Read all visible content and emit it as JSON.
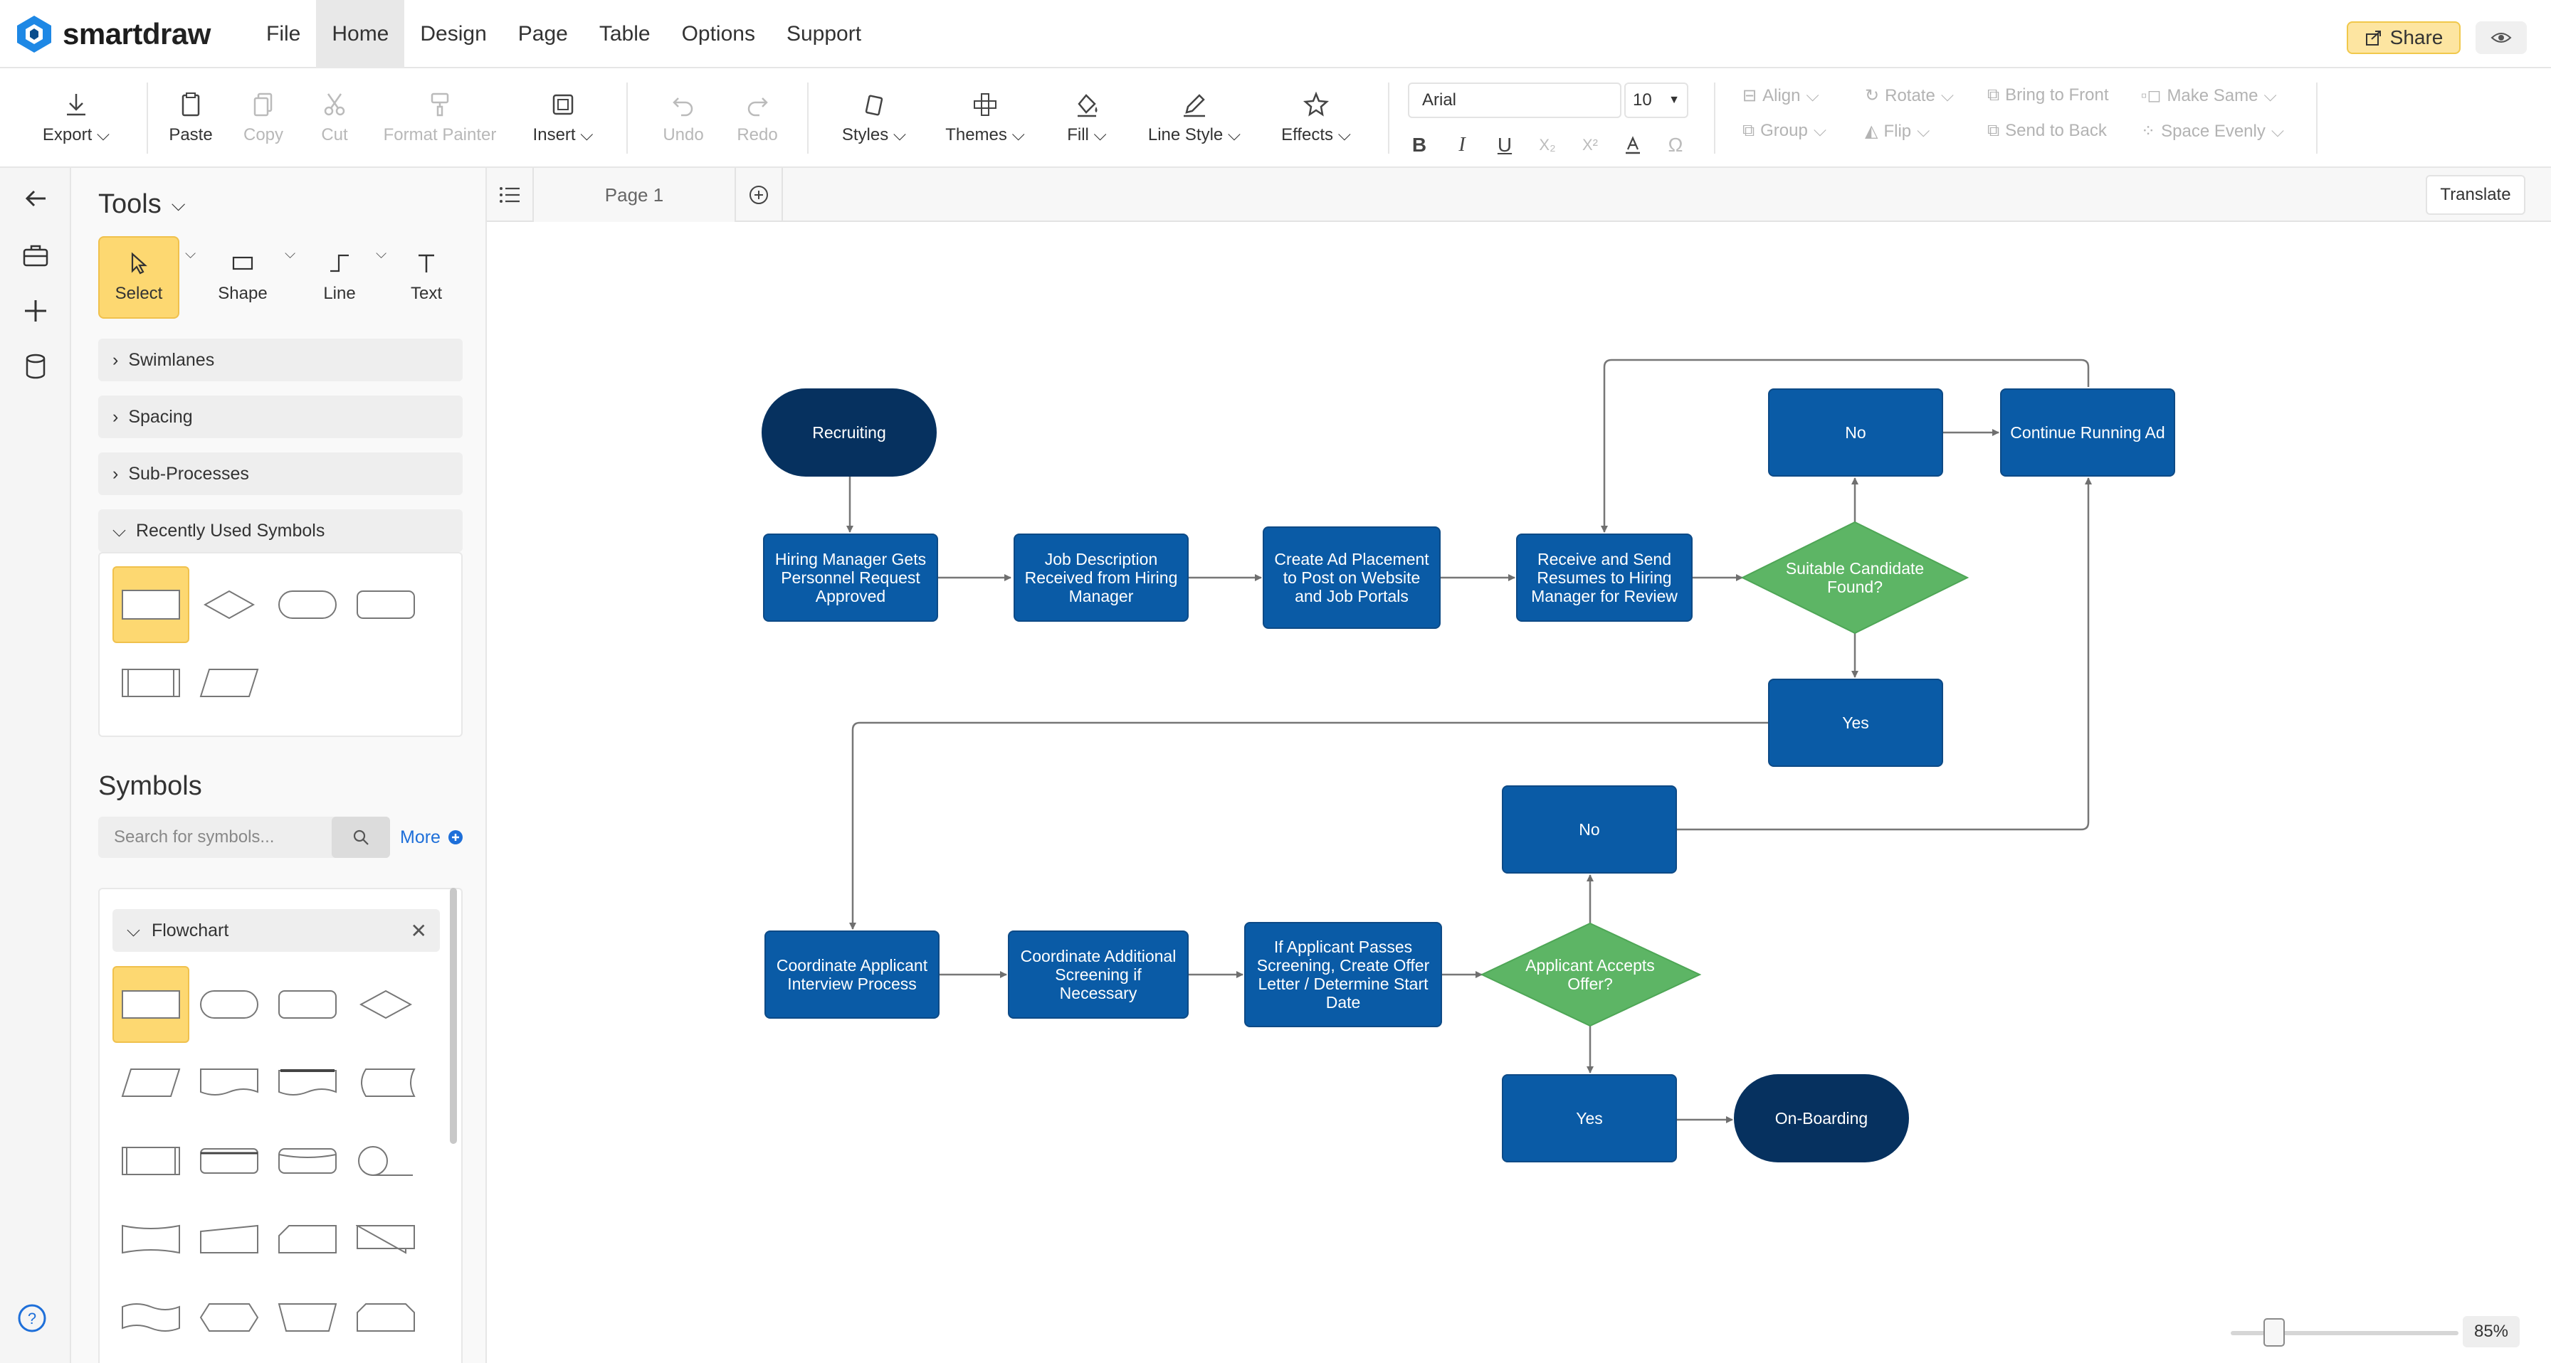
{
  "app": {
    "logo_prefix": "smart",
    "logo_suffix": "draw"
  },
  "menu": {
    "items": [
      "File",
      "Home",
      "Design",
      "Page",
      "Table",
      "Options",
      "Support"
    ],
    "active": "Home"
  },
  "share_label": "Share",
  "ribbon": {
    "export": "Export",
    "paste": "Paste",
    "copy": "Copy",
    "cut": "Cut",
    "format_painter": "Format Painter",
    "insert": "Insert",
    "undo": "Undo",
    "redo": "Redo",
    "styles": "Styles",
    "themes": "Themes",
    "fill": "Fill",
    "line_style": "Line Style",
    "effects": "Effects",
    "font": "Arial",
    "font_size": "10",
    "align": "Align",
    "group": "Group",
    "rotate": "Rotate",
    "flip": "Flip",
    "bring_to_front": "Bring to Front",
    "send_to_back": "Send to Back",
    "make_same": "Make Same",
    "space_evenly": "Space Evenly"
  },
  "panel": {
    "tools_title": "Tools",
    "tools": [
      "Select",
      "Shape",
      "Line",
      "Text"
    ],
    "sections": [
      "Swimlanes",
      "Spacing",
      "Sub-Processes",
      "Recently Used Symbols"
    ],
    "symbols_title": "Symbols",
    "search_placeholder": "Search for symbols...",
    "more_label": "More",
    "flowchart_label": "Flowchart"
  },
  "canvas": {
    "page_tab": "Page 1",
    "translate": "Translate",
    "zoom": "85%"
  },
  "diagram": {
    "recruiting": "Recruiting",
    "hiring_manager": "Hiring Manager Gets Personnel Request Approved",
    "job_description": "Job Description Received from Hiring Manager",
    "create_ad": "Create Ad Placement to Post on Website and Job Portals",
    "receive_send": "Receive and Send Resumes to Hiring Manager for Review",
    "suitable": "Suitable Candidate Found?",
    "no1": "No",
    "continue_running": "Continue Running Ad",
    "yes1": "Yes",
    "coordinate_interview": "Coordinate Applicant Interview Process",
    "coordinate_screening": "Coordinate Additional Screening if Necessary",
    "if_passes": "If Applicant Passes Screening, Create Offer Letter / Determine Start Date",
    "accepts": "Applicant Accepts Offer?",
    "no2": "No",
    "yes2": "Yes",
    "onboarding": "On-Boarding"
  },
  "colors": {
    "process": "#0a5ba6",
    "terminator": "#06315f",
    "decision": "#5db565",
    "accent": "#fdd871"
  }
}
